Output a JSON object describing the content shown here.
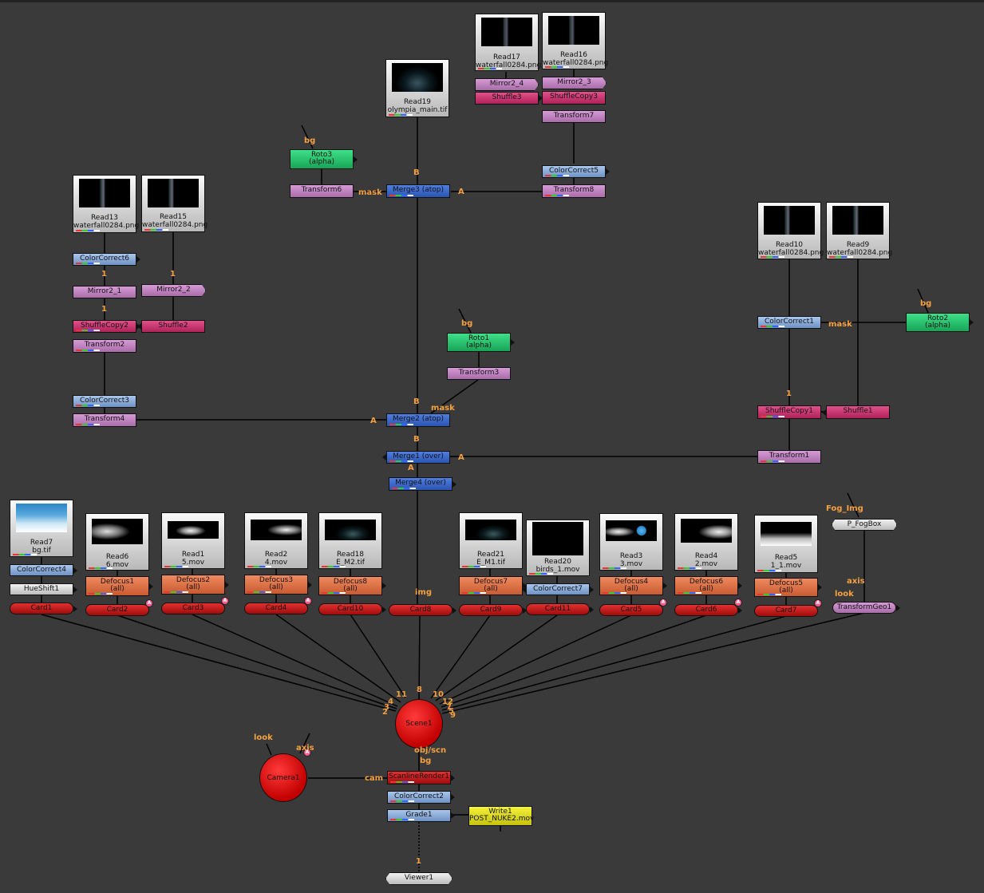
{
  "colors": {
    "background": "#3a3a3a",
    "pipe_label": "#f5a040",
    "wire": "#000000"
  },
  "nodes": {
    "read17": {
      "name": "Read17",
      "file": "waterfall0284.png"
    },
    "read16": {
      "name": "Read16",
      "file": "waterfall0284.png"
    },
    "read19": {
      "name": "Read19",
      "file": "olympia_main.tif"
    },
    "read13": {
      "name": "Read13",
      "file": "waterfall0284.png"
    },
    "read15": {
      "name": "Read15",
      "file": "waterfall0284.png"
    },
    "read10": {
      "name": "Read10",
      "file": "waterfall0284.png"
    },
    "read9": {
      "name": "Read9",
      "file": "waterfall0284.png"
    },
    "read7": {
      "name": "Read7",
      "file": "bg.tif"
    },
    "read6": {
      "name": "Read6",
      "file": "6.mov"
    },
    "read1": {
      "name": "Read1",
      "file": "5.mov"
    },
    "read2": {
      "name": "Read2",
      "file": "4.mov"
    },
    "read18": {
      "name": "Read18",
      "file": "E_M2.tif"
    },
    "read21": {
      "name": "Read21",
      "file": "E_M1.tif"
    },
    "read20": {
      "name": "Read20",
      "file": "birds_1.mov"
    },
    "read3": {
      "name": "Read3",
      "file": "3.mov"
    },
    "read4": {
      "name": "Read4",
      "file": "2.mov"
    },
    "read5": {
      "name": "Read5",
      "file": "1_1.mov"
    },
    "mirror2_4": {
      "name": "Mirror2_4"
    },
    "mirror2_3": {
      "name": "Mirror2_3"
    },
    "mirror2_1": {
      "name": "Mirror2_1"
    },
    "mirror2_2": {
      "name": "Mirror2_2"
    },
    "shuffle3": {
      "name": "Shuffle3"
    },
    "shufflecopy3": {
      "name": "ShuffleCopy3"
    },
    "shufflecopy2": {
      "name": "ShuffleCopy2"
    },
    "shuffle2": {
      "name": "Shuffle2"
    },
    "shufflecopy1": {
      "name": "ShuffleCopy1"
    },
    "shuffle1": {
      "name": "Shuffle1"
    },
    "transform7": {
      "name": "Transform7"
    },
    "transform8": {
      "name": "Transform8"
    },
    "transform6": {
      "name": "Transform6"
    },
    "transform2": {
      "name": "Transform2"
    },
    "transform4": {
      "name": "Transform4"
    },
    "transform3": {
      "name": "Transform3"
    },
    "transform1": {
      "name": "Transform1"
    },
    "colorcorrect5": {
      "name": "ColorCorrect5"
    },
    "colorcorrect6": {
      "name": "ColorCorrect6"
    },
    "colorcorrect3": {
      "name": "ColorCorrect3"
    },
    "colorcorrect1": {
      "name": "ColorCorrect1"
    },
    "colorcorrect4": {
      "name": "ColorCorrect4"
    },
    "colorcorrect7": {
      "name": "ColorCorrect7"
    },
    "colorcorrect2": {
      "name": "ColorCorrect2"
    },
    "roto3": {
      "name": "Roto3",
      "sub": "(alpha)"
    },
    "roto1": {
      "name": "Roto1",
      "sub": "(alpha)"
    },
    "roto2": {
      "name": "Roto2",
      "sub": "(alpha)"
    },
    "merge3": {
      "name": "Merge3 (atop)"
    },
    "merge2": {
      "name": "Merge2 (atop)"
    },
    "merge1": {
      "name": "Merge1 (over)"
    },
    "merge4": {
      "name": "Merge4 (over)"
    },
    "hueshift1": {
      "name": "HueShift1"
    },
    "defocus1": {
      "name": "Defocus1",
      "sub": "(all)"
    },
    "defocus2": {
      "name": "Defocus2",
      "sub": "(all)"
    },
    "defocus3": {
      "name": "Defocus3",
      "sub": "(all)"
    },
    "defocus8": {
      "name": "Defocus8",
      "sub": "(all)"
    },
    "defocus7": {
      "name": "Defocus7",
      "sub": "(all)"
    },
    "defocus4": {
      "name": "Defocus4",
      "sub": "(all)"
    },
    "defocus6": {
      "name": "Defocus6",
      "sub": "(all)"
    },
    "defocus5": {
      "name": "Defocus5",
      "sub": "(all)"
    },
    "card1": {
      "name": "Card1"
    },
    "card2": {
      "name": "Card2"
    },
    "card3": {
      "name": "Card3"
    },
    "card4": {
      "name": "Card4"
    },
    "card10": {
      "name": "Card10"
    },
    "card8": {
      "name": "Card8"
    },
    "card9": {
      "name": "Card9"
    },
    "card11": {
      "name": "Card11"
    },
    "card5": {
      "name": "Card5"
    },
    "card6": {
      "name": "Card6"
    },
    "card7": {
      "name": "Card7"
    },
    "fogbox": {
      "name": "P_FogBox"
    },
    "transformgeo1": {
      "name": "TransformGeo1"
    },
    "scene1": {
      "name": "Scene1"
    },
    "camera1": {
      "name": "Camera1"
    },
    "scanlinerender1": {
      "name": "ScanlineRender1"
    },
    "grade1": {
      "name": "Grade1"
    },
    "write1": {
      "name": "Write1",
      "file": "POST_NUKE2.mov"
    },
    "viewer1": {
      "name": "Viewer1"
    }
  },
  "pipe_labels": {
    "bg": "bg",
    "B": "B",
    "A": "A",
    "mask": "mask",
    "one": "1",
    "img": "img",
    "axis": "axis",
    "look": "look",
    "cam": "cam",
    "obj_scn": "obj/scn",
    "fog_img": "Fog_Img",
    "s2": "2",
    "s3": "3",
    "s4": "4",
    "s5": "5",
    "s6": "6",
    "s7": "7",
    "s8": "8",
    "s9": "9",
    "s10": "10",
    "s11": "11",
    "s12": "12"
  }
}
